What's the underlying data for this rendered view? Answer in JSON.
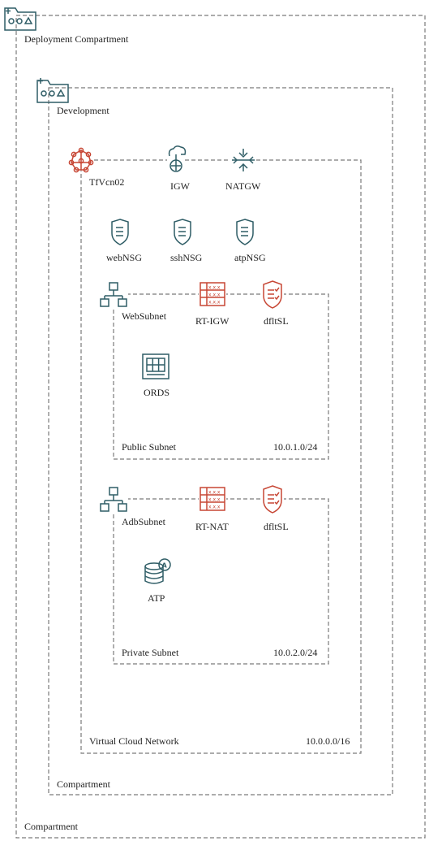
{
  "outer_compartment": {
    "title": "Deployment Compartment",
    "footer": "Compartment"
  },
  "inner_compartment": {
    "title": "Development",
    "footer": "Compartment"
  },
  "vcn": {
    "name": "TfVcn02",
    "footer": "Virtual Cloud Network",
    "cidr": "10.0.0.0/16"
  },
  "gateways": {
    "igw": "IGW",
    "natgw": "NATGW"
  },
  "nsgs": [
    "webNSG",
    "sshNSG",
    "atpNSG"
  ],
  "public_subnet": {
    "name": "WebSubnet",
    "route_table": "RT-IGW",
    "security_list": "dfltSL",
    "resource": "ORDS",
    "footer": "Public Subnet",
    "cidr": "10.0.1.0/24"
  },
  "private_subnet": {
    "name": "AdbSubnet",
    "route_table": "RT-NAT",
    "security_list": "dfltSL",
    "resource": "ATP",
    "footer": "Private Subnet",
    "cidr": "10.0.2.0/24"
  },
  "colors": {
    "teal": "#2f5d66",
    "orange": "#c74634",
    "border": "#7a7a7a"
  }
}
